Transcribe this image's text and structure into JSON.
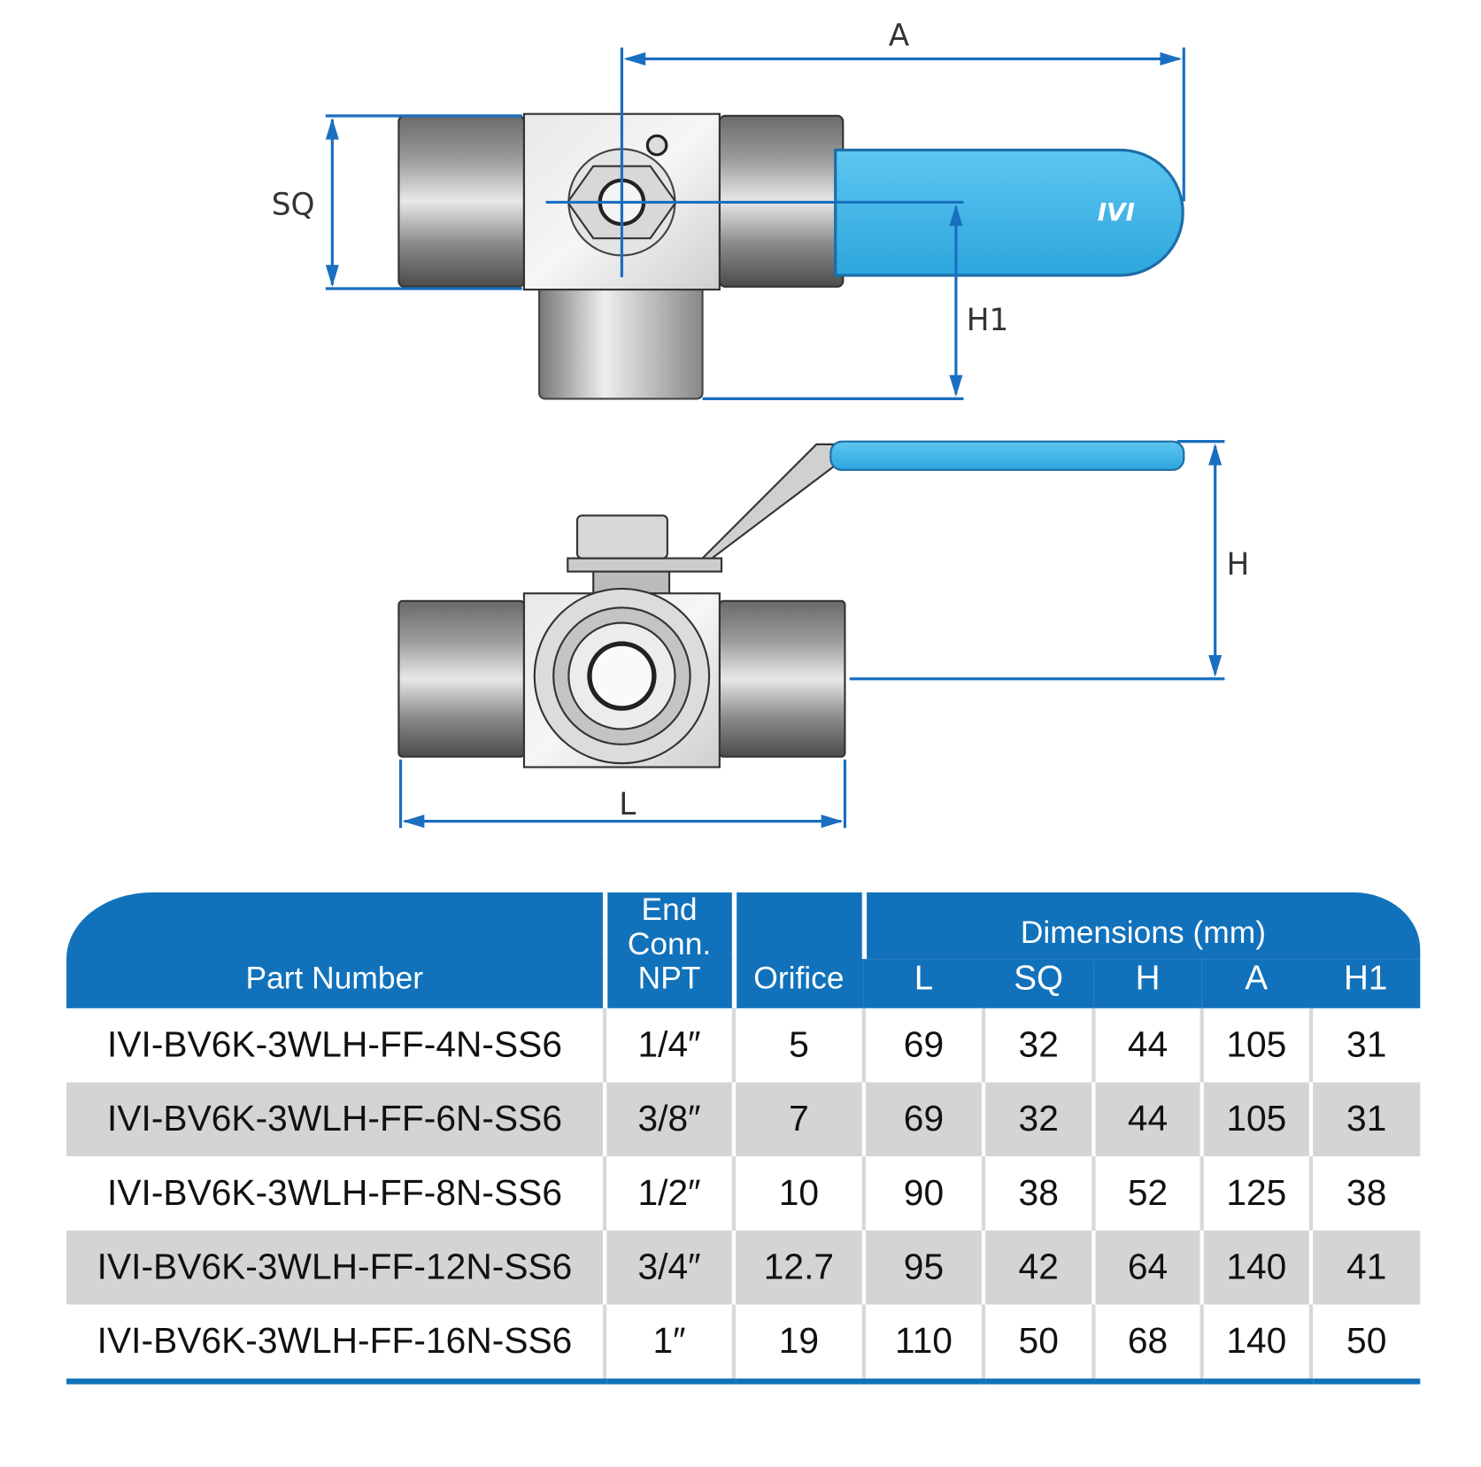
{
  "diagram": {
    "labels": {
      "A": "A",
      "SQ": "SQ",
      "H1": "H1",
      "H": "H",
      "L": "L"
    },
    "logo_text": "IVI",
    "colors": {
      "dimension": "#1a6fc0",
      "handle": "#3db5e8",
      "header": "#1172bb"
    }
  },
  "table": {
    "headers": {
      "part_number": "Part Number",
      "end_conn": [
        "End",
        "Conn.",
        "NPT"
      ],
      "orifice": "Orifice",
      "dimensions": "Dimensions (mm)",
      "dims": [
        "L",
        "SQ",
        "H",
        "A",
        "H1"
      ]
    },
    "rows": [
      [
        "IVI-BV6K-3WLH-FF-4N-SS6",
        "1/4″",
        "5",
        "69",
        "32",
        "44",
        "105",
        "31"
      ],
      [
        "IVI-BV6K-3WLH-FF-6N-SS6",
        "3/8″",
        "7",
        "69",
        "32",
        "44",
        "105",
        "31"
      ],
      [
        "IVI-BV6K-3WLH-FF-8N-SS6",
        "1/2″",
        "10",
        "90",
        "38",
        "52",
        "125",
        "38"
      ],
      [
        "IVI-BV6K-3WLH-FF-12N-SS6",
        "3/4″",
        "12.7",
        "95",
        "42",
        "64",
        "140",
        "41"
      ],
      [
        "IVI-BV6K-3WLH-FF-16N-SS6",
        "1″",
        "19",
        "110",
        "50",
        "68",
        "140",
        "50"
      ]
    ]
  }
}
